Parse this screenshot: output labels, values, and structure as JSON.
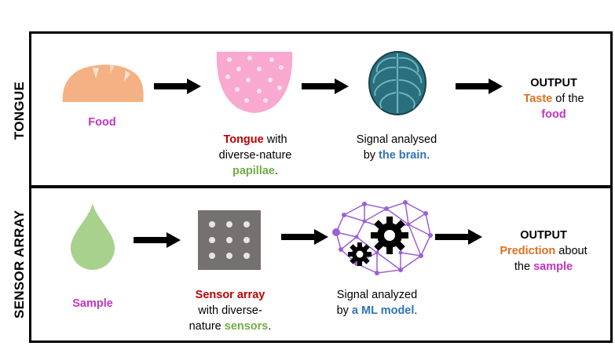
{
  "rows": [
    {
      "side_label": "TONGUE",
      "input": {
        "label": "Food"
      },
      "organ": {
        "highlight": "Tongue",
        "text1": " with",
        "text2": "diverse-nature",
        "highlight2": "papillae",
        "end": "."
      },
      "processor": {
        "line1": "Signal analysed",
        "prefix": "by ",
        "highlight": "the brain",
        "end": "."
      },
      "output": {
        "title": "OUTPUT",
        "highlight": "Taste",
        "text": " of the",
        "highlight2": "food"
      }
    },
    {
      "side_label": "SENSOR ARRAY",
      "input": {
        "label": "Sample"
      },
      "organ": {
        "highlight": "Sensor array",
        "text1": "with diverse-",
        "text2": "nature ",
        "highlight2": "sensors",
        "end": "."
      },
      "processor": {
        "line1": "Signal analyzed",
        "prefix": "by ",
        "highlight": "a ML model",
        "end": "."
      },
      "output": {
        "title": "OUTPUT",
        "highlight": "Prediction",
        "text": " about",
        "text2": "the ",
        "highlight2": "sample"
      }
    }
  ],
  "colors": {
    "bread": "#f4b183",
    "tongue": "#f9a8cf",
    "brain": "#2a6f7d",
    "drop": "#a9d18e",
    "sensor_plate": "#767171",
    "network": "#9b5fd6",
    "magenta": "#c334c3",
    "red": "#c00000",
    "green": "#70ad47",
    "blue": "#2e75b6",
    "orange": "#e07020"
  },
  "icons": [
    "bread-icon",
    "tongue-icon",
    "brain-icon",
    "droplet-icon",
    "sensor-array-icon",
    "ml-network-icon",
    "arrow-icon"
  ]
}
